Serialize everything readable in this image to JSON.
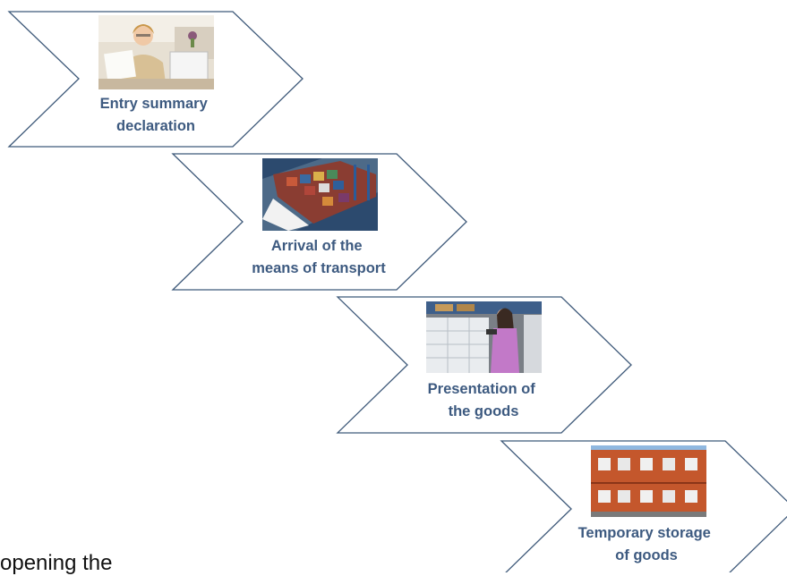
{
  "colors": {
    "chevron_stroke": "#3f5a7a",
    "label_text": "#3d5a80"
  },
  "steps": [
    {
      "label_lines": [
        "Entry summary",
        "declaration"
      ],
      "image": "woman-at-desk-with-papers-photo"
    },
    {
      "label_lines": [
        "Arrival of the",
        "means of transport"
      ],
      "image": "container-ship-at-port-photo"
    },
    {
      "label_lines": [
        "Presentation of",
        "the goods"
      ],
      "image": "woman-scanning-boxes-in-warehouse-photo"
    },
    {
      "label_lines": [
        "Temporary storage",
        "of goods"
      ],
      "image": "stacked-container-storage-building-photo"
    }
  ],
  "trailing_text": "opening the"
}
